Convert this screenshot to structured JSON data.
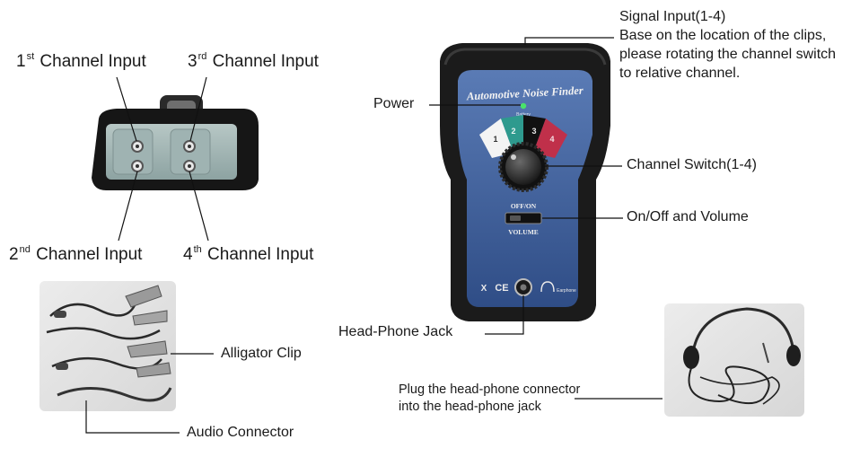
{
  "callouts": {
    "ch1": {
      "prefix": "1",
      "sup": "st",
      "text": "Channel Input"
    },
    "ch3": {
      "prefix": "3",
      "sup": "rd",
      "text": "Channel Input"
    },
    "ch2": {
      "prefix": "2",
      "sup": "nd",
      "text": "Channel Input"
    },
    "ch4": {
      "prefix": "4",
      "sup": "th",
      "text": "Channel Input"
    },
    "signal_input": {
      "title": "Signal Input(1-4)",
      "line1": "Base on the location of the clips,",
      "line2": "please rotating the channel switch",
      "line3": "to relative channel."
    },
    "power": "Power",
    "channel_switch": "Channel Switch(1-4)",
    "on_off_volume": "On/Off and Volume",
    "headphone_jack": "Head-Phone Jack",
    "plug_note_line1": "Plug the head-phone connector",
    "plug_note_line2": "into the head-phone jack",
    "alligator_clip": "Alligator Clip",
    "audio_connector": "Audio Connector"
  },
  "device": {
    "title": "Automotive Noise Finder",
    "battery": "Battery",
    "dial_numbers": [
      "1",
      "2",
      "3",
      "4"
    ],
    "off_on": "OFF/ON",
    "volume": "VOLUME",
    "marks": [
      "X",
      "CE"
    ],
    "headphone_label": "Earphone"
  },
  "colors": {
    "device_body": "#1b1b1b",
    "panel_blue": "#3e5d96",
    "segment_white": "#f4f4f4",
    "segment_teal": "#2e9a8e",
    "segment_black": "#111111",
    "segment_red": "#c0304a"
  }
}
